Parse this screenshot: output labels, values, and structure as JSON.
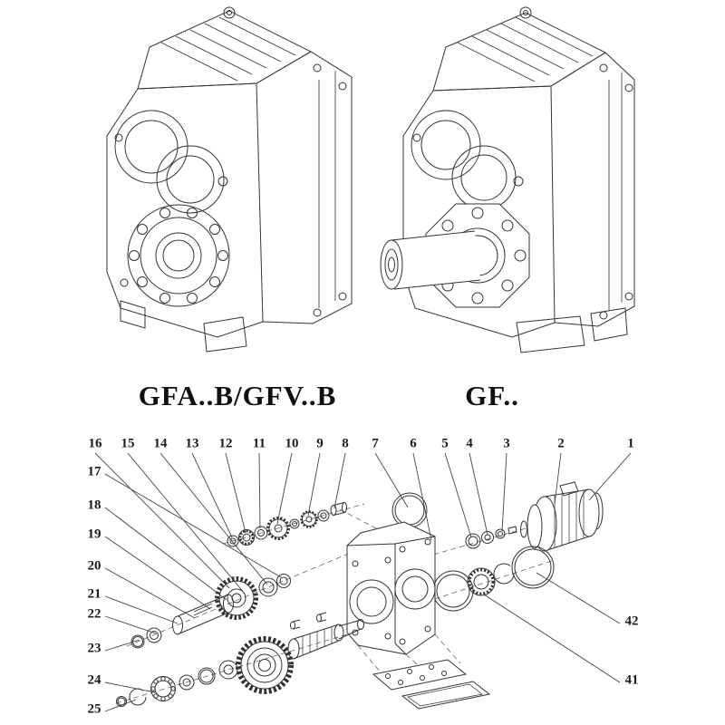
{
  "page": {
    "background": "#ffffff",
    "line_color": "#333333"
  },
  "models": {
    "left": {
      "label": "GFA..B/GFV..B"
    },
    "right": {
      "label": "GF.."
    }
  },
  "exploded": {
    "callouts_top": [
      "16",
      "15",
      "14",
      "13",
      "12",
      "11",
      "10",
      "9",
      "8",
      "7",
      "6",
      "5",
      "4",
      "3",
      "2",
      "1"
    ],
    "callouts_left": [
      "17",
      "18",
      "19",
      "20",
      "21",
      "22",
      "23",
      "24",
      "25"
    ],
    "callouts_right": [
      "42",
      "41"
    ]
  }
}
